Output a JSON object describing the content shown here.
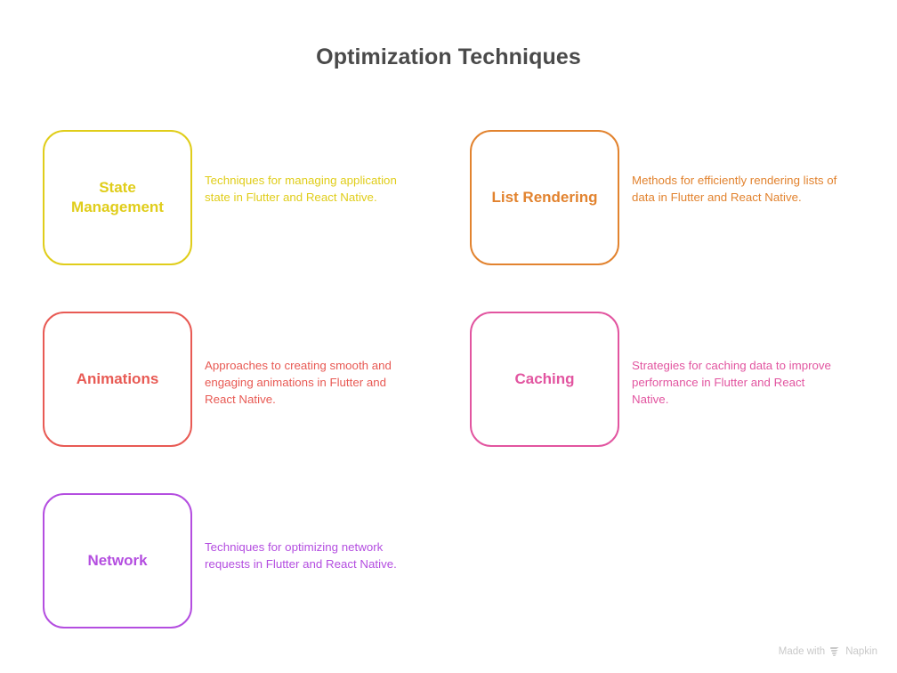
{
  "page": {
    "title": "Optimization Techniques",
    "title_color": "#4a4a4a",
    "background": "#ffffff"
  },
  "cards": [
    {
      "label": "State Management",
      "description": "Techniques for managing application state in Flutter and React Native.",
      "color": "#e0cd1a"
    },
    {
      "label": "List Rendering",
      "description": "Methods for efficiently rendering lists of data in Flutter and React Native.",
      "color": "#e2832f"
    },
    {
      "label": "Animations",
      "description": "Approaches to creating smooth and engaging animations in Flutter and React Native.",
      "color": "#e85a54"
    },
    {
      "label": "Caching",
      "description": "Strategies for caching data to improve performance in Flutter and React Native.",
      "color": "#e255a0"
    },
    {
      "label": "Network",
      "description": "Techniques for optimizing network requests in Flutter and React Native.",
      "color": "#b44ee0"
    }
  ],
  "watermark": {
    "prefix": "Made with",
    "brand": "Napkin",
    "logo": "napkin-logo-icon",
    "color": "#c9c9c9"
  }
}
